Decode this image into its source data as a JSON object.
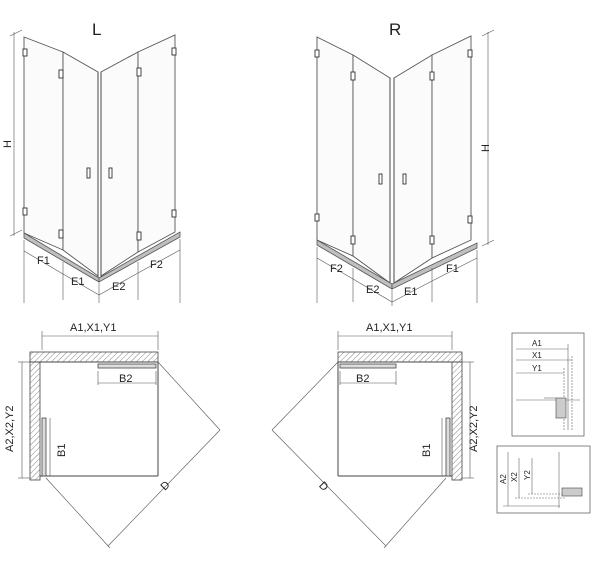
{
  "views": {
    "left": {
      "title": "L",
      "height_label": "H",
      "bottom_labels": [
        "F1",
        "E1",
        "E2",
        "F2"
      ],
      "plan_top_label": "A1,X1,Y1",
      "plan_side_label": "A2,X2,Y2",
      "plan_b2": "B2",
      "plan_b1": "B1",
      "plan_diag": "D"
    },
    "right": {
      "title": "R",
      "height_label": "H",
      "bottom_labels": [
        "F2",
        "E2",
        "E1",
        "F1"
      ],
      "plan_top_label": "A1,X1,Y1",
      "plan_side_label": "A2,X2,Y2",
      "plan_b2": "B2",
      "plan_b1": "B1",
      "plan_diag": "D"
    }
  },
  "details": {
    "top": {
      "labels": [
        "A1",
        "X1",
        "Y1"
      ]
    },
    "bottom": {
      "labels": [
        "A2",
        "X2",
        "Y2"
      ]
    }
  }
}
